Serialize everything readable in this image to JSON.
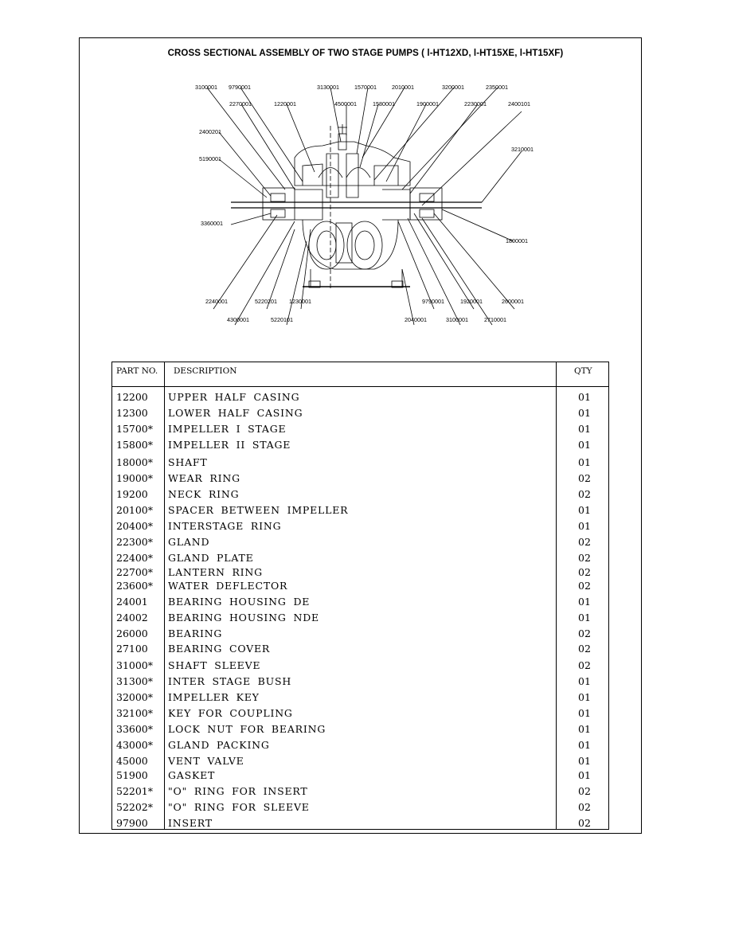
{
  "page": {
    "title": "CROSS SECTIONAL ASSEMBLY OF TWO STAGE PUMPS ( l-HT12XD, l-HT15XE, l-HT15XF)"
  },
  "diagram": {
    "callouts": {
      "c1": "3100001",
      "c2": "9790001",
      "c3": "3130001",
      "c4": "1570001",
      "c5": "2010001",
      "c6": "3200001",
      "c7": "2350001",
      "c8": "2270001",
      "c9": "1220001",
      "c10": "4500001",
      "c11": "1580001",
      "c12": "1900001",
      "c13": "2230001",
      "c14": "2400101",
      "c15": "2400201",
      "c16": "3210001",
      "c17": "5190001",
      "c18": "3360001",
      "c19": "1800001",
      "c20": "2240001",
      "c21": "5220201",
      "c22": "1230001",
      "c23": "9790001",
      "c24": "1920001",
      "c25": "2600001",
      "c26": "4300001",
      "c27": "5220101",
      "c28": "2040001",
      "c29": "3100001",
      "c30": "2710001"
    }
  },
  "table": {
    "headers": {
      "part_no": "PART NO.",
      "description": "DESCRIPTION",
      "qty": "QTY"
    },
    "rows": [
      {
        "part": "12200",
        "desc": "UPPER HALF CASING",
        "qty": "01"
      },
      {
        "part": "12300",
        "desc": "LOWER HALF CASING",
        "qty": "01"
      },
      {
        "part": "15700*",
        "desc": "IMPELLER I STAGE",
        "qty": "01"
      },
      {
        "part": "15800*",
        "desc": "IMPELLER II STAGE",
        "qty": "01"
      },
      {
        "part": "18000*",
        "desc": "SHAFT",
        "qty": "01"
      },
      {
        "part": "19000*",
        "desc": "WEAR RING",
        "qty": "02"
      },
      {
        "part": "19200",
        "desc": "NECK RING",
        "qty": "02"
      },
      {
        "part": "20100*",
        "desc": "SPACER BETWEEN IMPELLER",
        "qty": "01"
      },
      {
        "part": "20400*",
        "desc": "INTERSTAGE RING",
        "qty": "01"
      },
      {
        "part": "22300*",
        "desc": "GLAND",
        "qty": "02"
      },
      {
        "part": "22400*",
        "desc": "GLAND PLATE",
        "qty": "02"
      },
      {
        "part": "22700*",
        "desc": "LANTERN RING",
        "qty": "02"
      },
      {
        "part": "23600*",
        "desc": "WATER DEFLECTOR",
        "qty": "02"
      },
      {
        "part": "24001",
        "desc": "BEARING HOUSING DE",
        "qty": "01"
      },
      {
        "part": "24002",
        "desc": "BEARING HOUSING NDE",
        "qty": "01"
      },
      {
        "part": "26000",
        "desc": "BEARING",
        "qty": "02"
      },
      {
        "part": "27100",
        "desc": "BEARING COVER",
        "qty": "02"
      },
      {
        "part": "31000*",
        "desc": "SHAFT SLEEVE",
        "qty": "02"
      },
      {
        "part": "31300*",
        "desc": "INTER STAGE BUSH",
        "qty": "01"
      },
      {
        "part": "32000*",
        "desc": "IMPELLER KEY",
        "qty": "01"
      },
      {
        "part": "32100*",
        "desc": "KEY FOR COUPLING",
        "qty": "01"
      },
      {
        "part": "33600*",
        "desc": "LOCK NUT FOR BEARING",
        "qty": "01"
      },
      {
        "part": "43000*",
        "desc": "GLAND PACKING",
        "qty": "01"
      },
      {
        "part": "45000",
        "desc": "VENT VALVE",
        "qty": "01"
      },
      {
        "part": "51900",
        "desc": "GASKET",
        "qty": "01"
      },
      {
        "part": "52201*",
        "desc": "\"O\" RING FOR INSERT",
        "qty": "02"
      },
      {
        "part": "52202*",
        "desc": "\"O\" RING FOR SLEEVE",
        "qty": "02"
      },
      {
        "part": "97900",
        "desc": "INSERT",
        "qty": "02"
      }
    ]
  }
}
